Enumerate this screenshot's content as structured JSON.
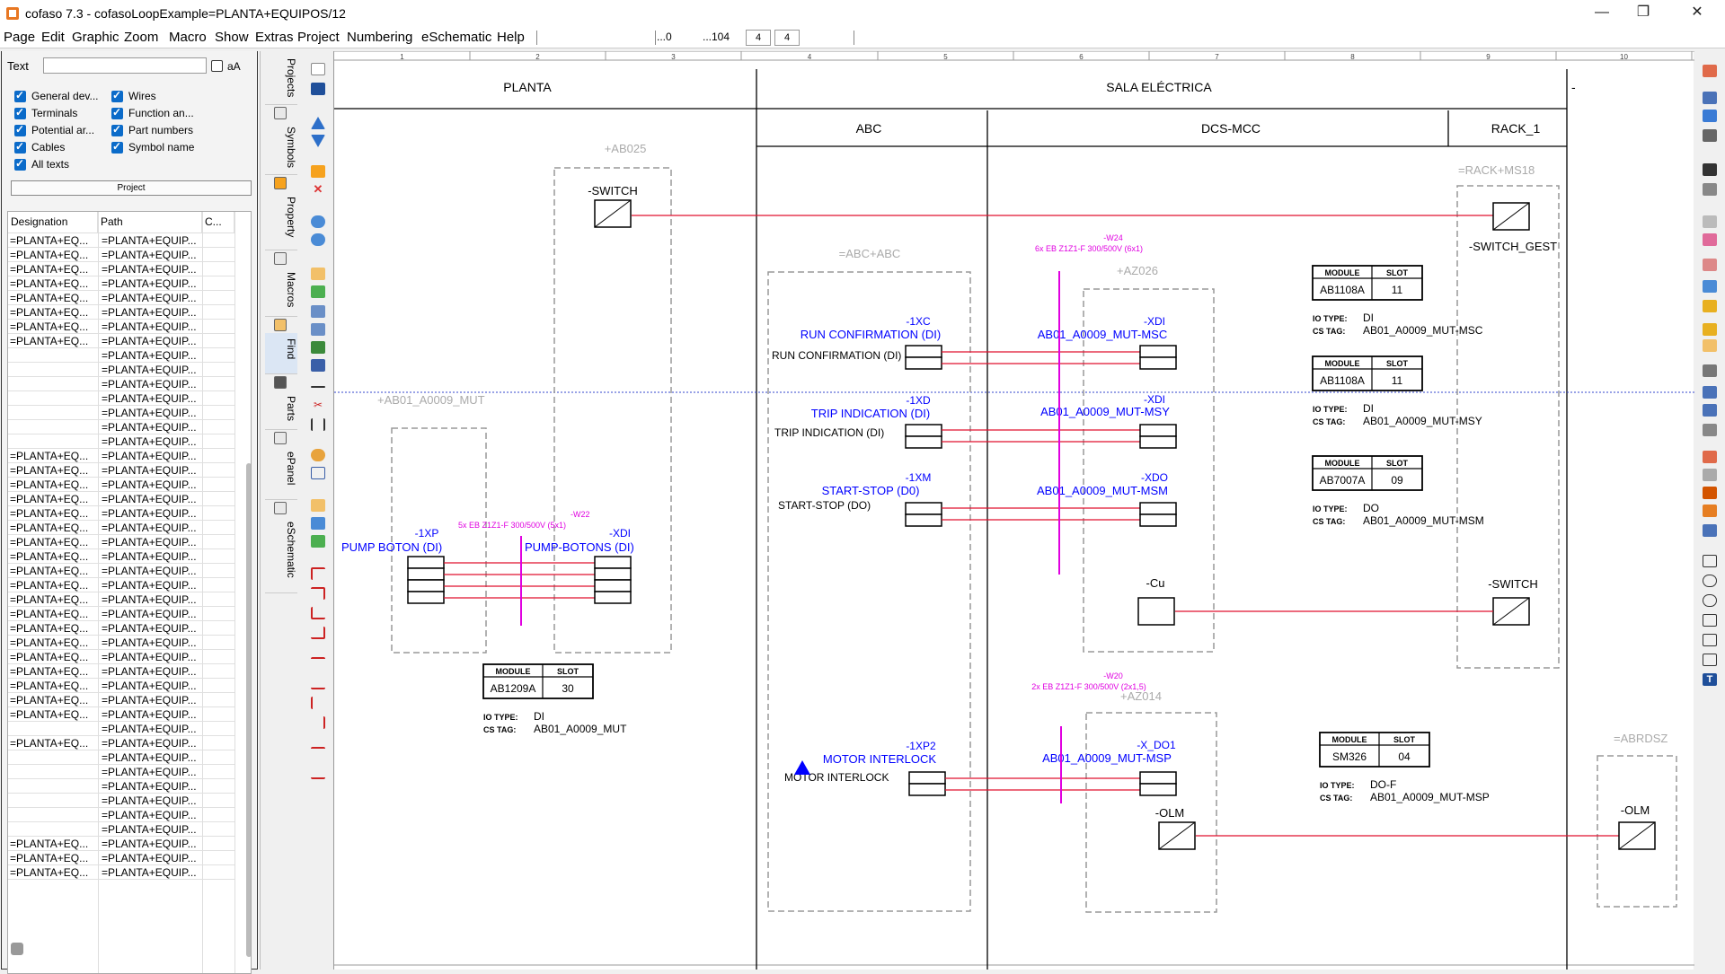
{
  "window": {
    "title": "cofaso 7.3 - cofasoLoopExample=PLANTA+EQUIPOS/12",
    "minimize": "—",
    "maximize": "❐",
    "close": "✕"
  },
  "menu": {
    "items": [
      "Page",
      "Edit",
      "Graphic",
      "Zoom",
      "Macro",
      "Show",
      "Extras",
      "Project",
      "Numbering",
      "eSchematic",
      "Help"
    ],
    "range_start": "...0",
    "range_end": "...104",
    "box1": "4",
    "box2": "4"
  },
  "search": {
    "label": "Text",
    "value": "",
    "case_label": "aA"
  },
  "filters": [
    {
      "label": "General dev...",
      "checked": true
    },
    {
      "label": "Wires",
      "checked": true
    },
    {
      "label": "Terminals",
      "checked": true
    },
    {
      "label": "Function an...",
      "checked": true
    },
    {
      "label": "Potential ar...",
      "checked": true
    },
    {
      "label": "Part numbers",
      "checked": true
    },
    {
      "label": "Cables",
      "checked": true
    },
    {
      "label": "Symbol name",
      "checked": true
    },
    {
      "label": "All texts",
      "checked": true
    }
  ],
  "project_button": "Project",
  "grid": {
    "columns": [
      "Designation",
      "Path",
      "C..."
    ],
    "rows": [
      [
        "=PLANTA+EQ...",
        "=PLANTA+EQUIP..."
      ],
      [
        "=PLANTA+EQ...",
        "=PLANTA+EQUIP..."
      ],
      [
        "=PLANTA+EQ...",
        "=PLANTA+EQUIP..."
      ],
      [
        "=PLANTA+EQ...",
        "=PLANTA+EQUIP..."
      ],
      [
        "=PLANTA+EQ...",
        "=PLANTA+EQUIP..."
      ],
      [
        "=PLANTA+EQ...",
        "=PLANTA+EQUIP..."
      ],
      [
        "=PLANTA+EQ...",
        "=PLANTA+EQUIP..."
      ],
      [
        "=PLANTA+EQ...",
        "=PLANTA+EQUIP..."
      ],
      [
        "",
        "=PLANTA+EQUIP..."
      ],
      [
        "",
        "=PLANTA+EQUIP..."
      ],
      [
        "",
        "=PLANTA+EQUIP..."
      ],
      [
        "",
        "=PLANTA+EQUIP..."
      ],
      [
        "",
        "=PLANTA+EQUIP..."
      ],
      [
        "",
        "=PLANTA+EQUIP..."
      ],
      [
        "",
        "=PLANTA+EQUIP..."
      ],
      [
        "=PLANTA+EQ...",
        "=PLANTA+EQUIP..."
      ],
      [
        "=PLANTA+EQ...",
        "=PLANTA+EQUIP..."
      ],
      [
        "=PLANTA+EQ...",
        "=PLANTA+EQUIP..."
      ],
      [
        "=PLANTA+EQ...",
        "=PLANTA+EQUIP..."
      ],
      [
        "=PLANTA+EQ...",
        "=PLANTA+EQUIP..."
      ],
      [
        "=PLANTA+EQ...",
        "=PLANTA+EQUIP..."
      ],
      [
        "=PLANTA+EQ...",
        "=PLANTA+EQUIP..."
      ],
      [
        "=PLANTA+EQ...",
        "=PLANTA+EQUIP..."
      ],
      [
        "=PLANTA+EQ...",
        "=PLANTA+EQUIP..."
      ],
      [
        "=PLANTA+EQ...",
        "=PLANTA+EQUIP..."
      ],
      [
        "=PLANTA+EQ...",
        "=PLANTA+EQUIP..."
      ],
      [
        "=PLANTA+EQ...",
        "=PLANTA+EQUIP..."
      ],
      [
        "=PLANTA+EQ...",
        "=PLANTA+EQUIP..."
      ],
      [
        "=PLANTA+EQ...",
        "=PLANTA+EQUIP..."
      ],
      [
        "=PLANTA+EQ...",
        "=PLANTA+EQUIP..."
      ],
      [
        "=PLANTA+EQ...",
        "=PLANTA+EQUIP..."
      ],
      [
        "=PLANTA+EQ...",
        "=PLANTA+EQUIP..."
      ],
      [
        "=PLANTA+EQ...",
        "=PLANTA+EQUIP..."
      ],
      [
        "=PLANTA+EQ...",
        "=PLANTA+EQUIP..."
      ],
      [
        "",
        "=PLANTA+EQUIP..."
      ],
      [
        "=PLANTA+EQ...",
        "=PLANTA+EQUIP..."
      ],
      [
        "",
        "=PLANTA+EQUIP..."
      ],
      [
        "",
        "=PLANTA+EQUIP..."
      ],
      [
        "",
        "=PLANTA+EQUIP..."
      ],
      [
        "",
        "=PLANTA+EQUIP..."
      ],
      [
        "",
        "=PLANTA+EQUIP..."
      ],
      [
        "",
        "=PLANTA+EQUIP..."
      ],
      [
        "=PLANTA+EQ...",
        "=PLANTA+EQUIP..."
      ],
      [
        "=PLANTA+EQ...",
        "=PLANTA+EQUIP..."
      ],
      [
        "=PLANTA+EQ...",
        "=PLANTA+EQUIP..."
      ]
    ]
  },
  "side_tabs": [
    "Projects",
    "Symbols",
    "Property",
    "Macros",
    "Find",
    "Parts",
    "ePanel",
    "eSchematic"
  ],
  "schematic": {
    "columns": [
      "1",
      "2",
      "3",
      "4",
      "5",
      "6",
      "7",
      "8",
      "9",
      "10"
    ],
    "zones": {
      "planta": "PLANTA",
      "sala": "SALA ELÉCTRICA",
      "abc": "ABC",
      "dcs": "DCS-MCC",
      "rack": "RACK_1",
      "dash": "-"
    },
    "locations": {
      "ab025": "+AB025",
      "ab01": "+AB01_A0009_MUT",
      "abc_abc": "=ABC+ABC",
      "az026": "+AZ026",
      "az014": "+AZ014",
      "rack_ms18": "=RACK+MS18",
      "abrdsz": "=ABRDSZ"
    },
    "devices": {
      "switch1": "-SWITCH",
      "switch_gest": "-SWITCH_GEST",
      "switch2": "-SWITCH",
      "cu": "-Cu",
      "olm1": "-OLM",
      "olm2": "-OLM",
      "xp": "-1XP",
      "xp_desc": "PUMP BOTON (DI)",
      "xdi_pump": "-XDI",
      "xdi_pump_desc": "PUMP-BOTONS (DI)",
      "xc": "-1XC",
      "xc_desc": "RUN CONFIRMATION (DI)",
      "xc_label": "RUN CONFIRMATION (DI)",
      "xd": "-1XD",
      "xd_desc": "TRIP INDICATION (DI)",
      "xd_label": "TRIP INDICATION (DI)",
      "xm": "-1XM",
      "xm_desc": "START-STOP (D0)",
      "xm_label": "START-STOP (DO)",
      "xp2": "-1XP2",
      "xp2_desc": "MOTOR INTERLOCK",
      "xp2_label": "MOTOR INTERLOCK",
      "xdi_msc": "-XDI",
      "xdi_msc_desc": "AB01_A0009_MUT-MSC",
      "xdi_msy": "-XDI",
      "xdi_msy_desc": "AB01_A0009_MUT-MSY",
      "xdo_msm": "-XDO",
      "xdo_msm_desc": "AB01_A0009_MUT-MSM",
      "xdo1_msp": "-X_DO1",
      "xdo1_msp_desc": "AB01_A0009_MUT-MSP"
    },
    "cables": {
      "w22": "-W22",
      "w22_spec": "5x EB Z1Z1-F 300/500V (5x1)",
      "w24": "-W24",
      "w24_spec": "6x EB Z1Z1-F 300/500V (6x1)",
      "w20": "-W20",
      "w20_spec": "2x EB Z1Z1-F 300/500V (2x1,5)"
    },
    "modules": [
      {
        "module": "AB1108A",
        "slot": "11",
        "io_type": "DI",
        "cs_tag": "AB01_A0009_MUT-MSC"
      },
      {
        "module": "AB1108A",
        "slot": "11",
        "io_type": "DI",
        "cs_tag": "AB01_A0009_MUT-MSY"
      },
      {
        "module": "AB7007A",
        "slot": "09",
        "io_type": "DO",
        "cs_tag": "AB01_A0009_MUT-MSM"
      },
      {
        "module": "SM326",
        "slot": "04",
        "io_type": "DO-F",
        "cs_tag": "AB01_A0009_MUT-MSP"
      },
      {
        "module": "AB1209A",
        "slot": "30",
        "io_type": "DI",
        "cs_tag": "AB01_A0009_MUT"
      }
    ],
    "labels": {
      "module": "MODULE",
      "slot": "SLOT",
      "io_type": "IO TYPE:",
      "cs_tag": "CS TAG:"
    },
    "colors": {
      "wire_red": "#e0102f",
      "device_blue": "#0000ff",
      "cable_magenta": "#e000e0",
      "dashed_gray": "#999999"
    }
  }
}
